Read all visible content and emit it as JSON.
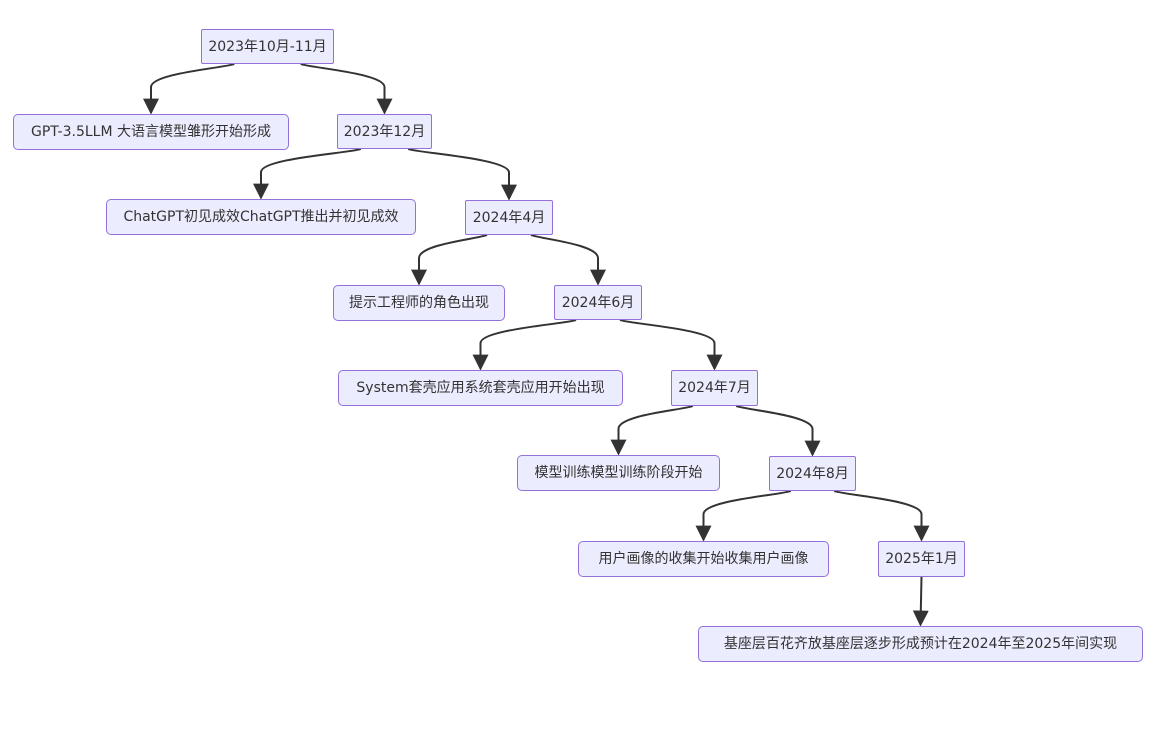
{
  "colors": {
    "node_fill": "#ECECFF",
    "node_border": "#9370DB",
    "edge": "#333333",
    "text": "#333333"
  },
  "nodes": {
    "d2023_10_11": "2023年10月-11月",
    "gpt35": "GPT-3.5LLM 大语言模型雏形开始形成",
    "d2023_12": "2023年12月",
    "chatgpt": "ChatGPT初见成效ChatGPT推出并初见成效",
    "d2024_04": "2024年4月",
    "prompt": "提示工程师的角色出现",
    "d2024_06": "2024年6月",
    "system": "System套壳应用系统套壳应用开始出现",
    "d2024_07": "2024年7月",
    "training": "模型训练模型训练阶段开始",
    "d2024_08": "2024年8月",
    "persona": "用户画像的收集开始收集用户画像",
    "d2025_01": "2025年1月",
    "base": "基座层百花齐放基座层逐步形成预计在2024年至2025年间实现"
  },
  "edges": [
    [
      "d2023_10_11",
      "gpt35"
    ],
    [
      "d2023_10_11",
      "d2023_12"
    ],
    [
      "d2023_12",
      "chatgpt"
    ],
    [
      "d2023_12",
      "d2024_04"
    ],
    [
      "d2024_04",
      "prompt"
    ],
    [
      "d2024_04",
      "d2024_06"
    ],
    [
      "d2024_06",
      "system"
    ],
    [
      "d2024_06",
      "d2024_07"
    ],
    [
      "d2024_07",
      "training"
    ],
    [
      "d2024_07",
      "d2024_08"
    ],
    [
      "d2024_08",
      "persona"
    ],
    [
      "d2024_08",
      "d2025_01"
    ],
    [
      "d2025_01",
      "base"
    ]
  ]
}
